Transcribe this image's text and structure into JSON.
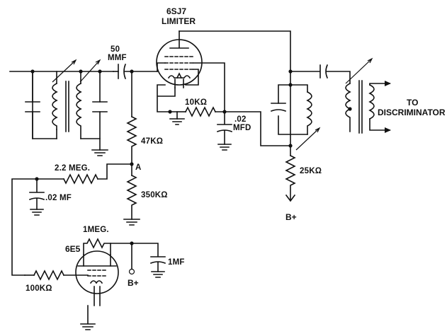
{
  "labels": {
    "tube_limiter_type": "6SJ7",
    "tube_limiter_name": "LIMITER",
    "cap_coupling_value": "50",
    "cap_coupling_unit": "MMF",
    "res_screen": "10KΩ",
    "cap_screen_value": ".02",
    "cap_screen_unit": "MFD",
    "res_47k": "47KΩ",
    "res_22meg": "2.2 MEG.",
    "node_a": "A",
    "cap_02mf": ".02 MF",
    "res_350k": "350KΩ",
    "res_25k": "25KΩ",
    "bplus_plate": "B+",
    "output_to": "TO",
    "output_dest": "DISCRIMINATOR",
    "res_1meg": "1MEG.",
    "tube_eye": "6E5",
    "cap_1mf": "1MF",
    "bplus_eye": "B+",
    "res_100k": "100KΩ"
  }
}
